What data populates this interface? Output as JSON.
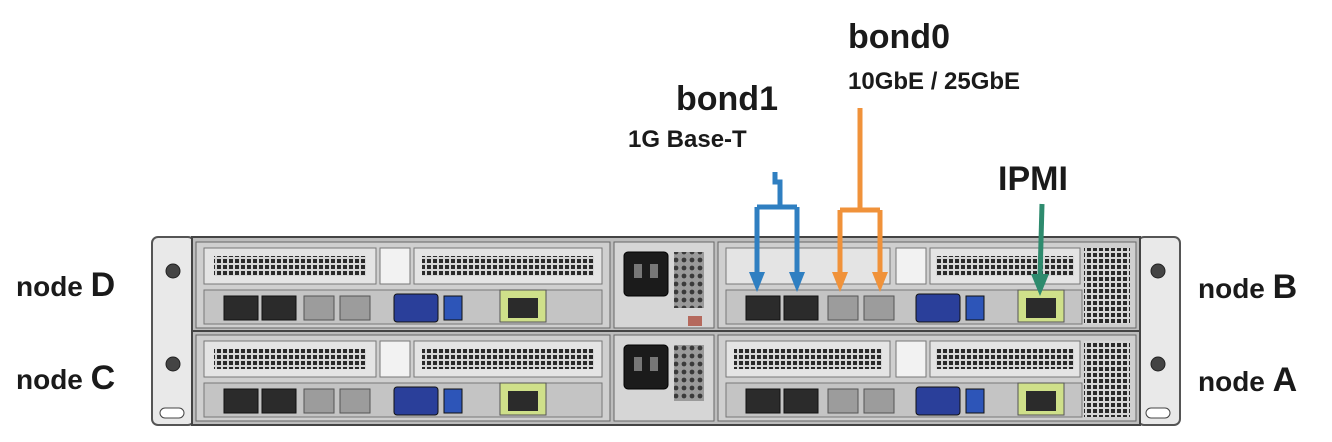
{
  "nodes": {
    "d": {
      "prefix": "node ",
      "letter": "D"
    },
    "c": {
      "prefix": "node ",
      "letter": "C"
    },
    "b": {
      "prefix": "node ",
      "letter": "B"
    },
    "a": {
      "prefix": "node ",
      "letter": "A"
    }
  },
  "bonds": {
    "bond0": {
      "title": "bond0",
      "subtitle": "10GbE / 25GbE",
      "color": "#f0923a"
    },
    "bond1": {
      "title": "bond1",
      "subtitle": "1G Base-T",
      "color": "#2f7fc1"
    },
    "ipmi": {
      "title": "IPMI",
      "color": "#2e8b6e"
    }
  },
  "colors": {
    "chassis": "#cfcfcf",
    "vga_port": "#2a3f9a",
    "usb_port": "#2d55b8",
    "mgmt_port": "#cfe08a"
  }
}
